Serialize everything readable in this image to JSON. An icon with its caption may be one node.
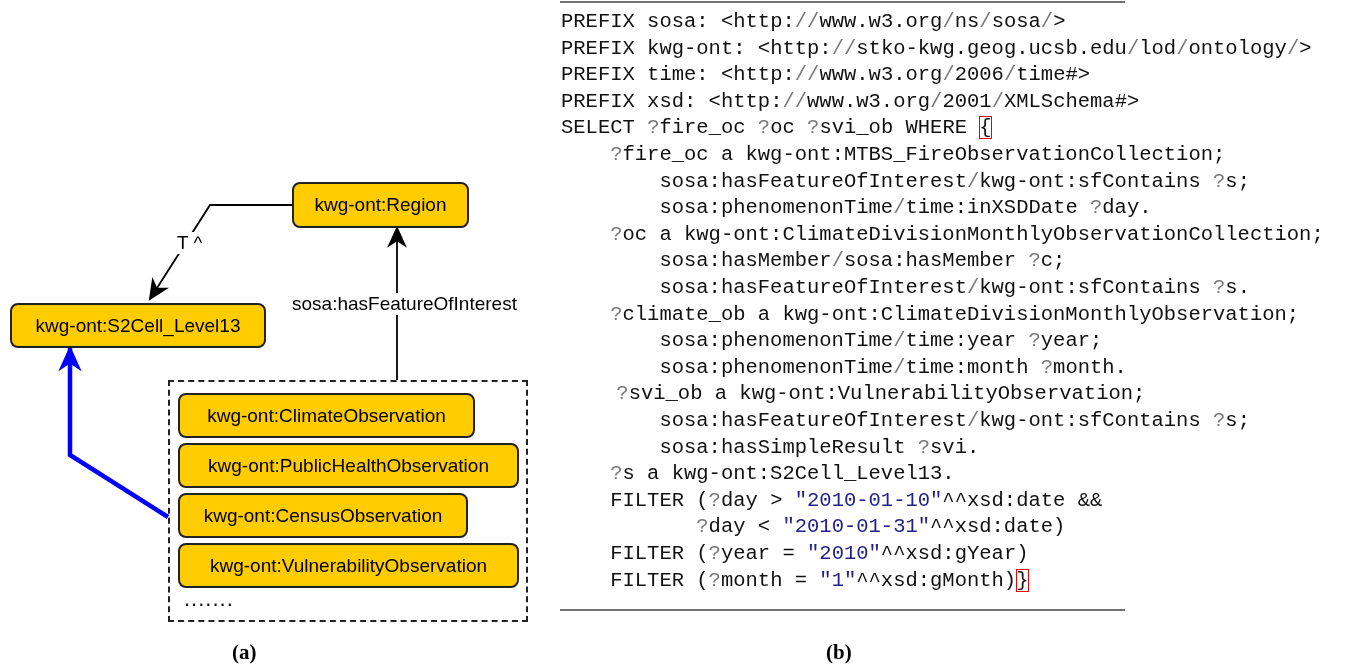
{
  "diagram": {
    "nodes": [
      {
        "text": [
          "kwg-ont:Region"
        ]
      },
      {
        "text": [
          "kwg-ont:S2Cell_Level13"
        ]
      },
      {
        "text": [],
        "shape": "box"
      },
      {
        "text": [
          "kwg-ont:ClimateObservation"
        ],
        "in": 2
      },
      {
        "text": [
          "kwg-ont:PublicHealthObservation"
        ],
        "in": 2
      },
      {
        "text": [
          "kwg-ont:CensusObservation"
        ],
        "in": 2
      },
      {
        "text": [
          "kwg-ont:VulnerabilityObservation"
        ],
        "in": 2
      }
    ],
    "edges": [
      {
        "from": 0,
        "to": 1,
        "arrow": "to",
        "label": "T ^"
      },
      {
        "from": 2,
        "to": 0,
        "arrow": "to",
        "label": "sosa:hasFeatureOfInterest"
      },
      {
        "from": 5,
        "to": 1,
        "arrow": "to",
        "style": "thick",
        "color": "#0000ff"
      }
    ],
    "labels": [
      ".......",
      "(a)",
      "PREFIX sosa: <http://www.w3.org/ns/sosa/>",
      "PREFIX kwg-ont: <http://stko-kwg.geog.ucsb.edu/lod/ontology/>",
      "PREFIX time: <http://www.w3.org/2006/time#>",
      "PREFIX xsd: <http://www.w3.org/2001/XMLSchema#>",
      "SELECT ?fire_oc ?oc ?svi_ob WHERE {",
      "?fire_oc a kwg-ont:MTBS_FireObservationCollection;",
      "sosa:hasFeatureOfInterest/kwg-ont:sfContains ?s;",
      "sosa:phenomenonTime/time:inXSDDate ?day.",
      "?oc a kwg-ont:ClimateDivisionMonthlyObservationCollection;",
      "sosa:hasMember/sosa:hasMember ?c;",
      "sosa:hasFeatureOfInterest/kwg-ont:sfContains ?s.",
      "?climate_ob a kwg-ont:ClimateDivisionMonthlyObservation;",
      "sosa:phenomenonTime/time:year ?year;",
      "sosa:phenomenonTime/time:month ?month.",
      "?svi_ob a kwg-ont:VulnerabilityObservation;",
      "sosa:hasFeatureOfInterest/kwg-ont:sfContains ?s;",
      "sosa:hasSimpleResult ?svi.",
      "?s a kwg-ont:S2Cell_Level13.",
      "FILTER (?day > \"2010-01-10\"^^xsd:date &&",
      "?day < \"2010-01-31\"^^xsd:date)",
      "FILTER (?year = \"2010\"^^xsd:gYear)",
      "FILTER (?month = \"1\"^^xsd:gMonth)}",
      "(b)"
    ]
  }
}
